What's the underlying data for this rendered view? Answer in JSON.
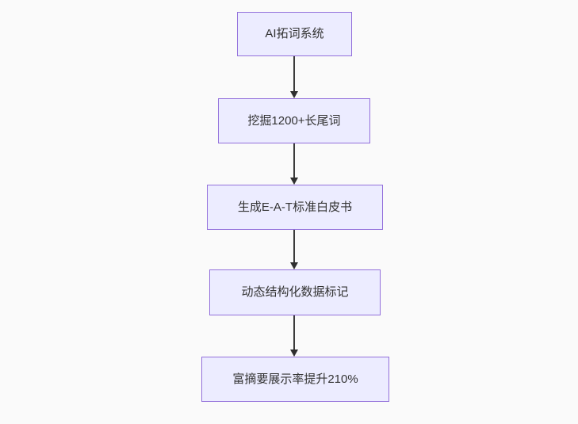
{
  "diagram": {
    "type": "flowchart",
    "direction": "top-down",
    "nodes": [
      {
        "id": "step-1",
        "label": "AI拓词系统"
      },
      {
        "id": "step-2",
        "label": "挖掘1200+长尾词"
      },
      {
        "id": "step-3",
        "label": "生成E-A-T标准白皮书"
      },
      {
        "id": "step-4",
        "label": "动态结构化数据标记"
      },
      {
        "id": "step-5",
        "label": "富摘要展示率提升210%"
      }
    ],
    "edges": [
      {
        "from": "step-1",
        "to": "step-2",
        "style": "arrow-down"
      },
      {
        "from": "step-2",
        "to": "step-3",
        "style": "arrow-down"
      },
      {
        "from": "step-3",
        "to": "step-4",
        "style": "arrow-down"
      },
      {
        "from": "step-4",
        "to": "step-5",
        "style": "arrow-down"
      }
    ],
    "colors": {
      "node_fill": "#ececff",
      "node_border": "#9370db",
      "arrow": "#333333",
      "text": "#333333",
      "background": "#fafafa"
    }
  }
}
